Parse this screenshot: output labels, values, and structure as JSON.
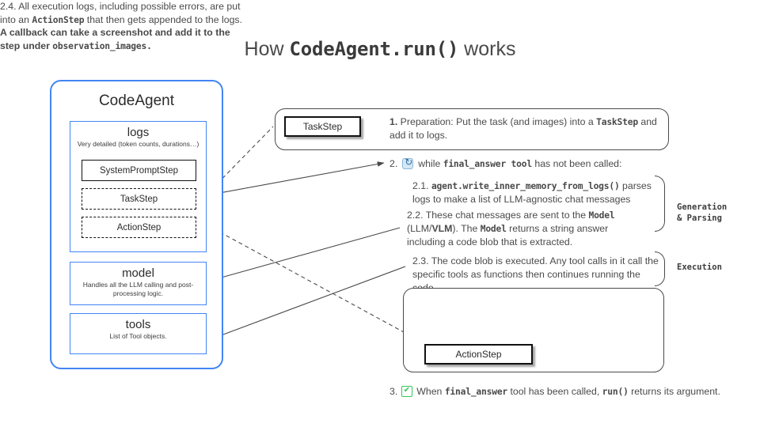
{
  "title": {
    "prefix": "How ",
    "code": "CodeAgent.run()",
    "suffix": " works"
  },
  "agent_panel": {
    "title": "CodeAgent",
    "logs": {
      "title": "logs",
      "subtitle": "Very detailed (token counts, durations…)",
      "steps": [
        {
          "label": "SystemPromptStep",
          "style": "solid"
        },
        {
          "label": "TaskStep",
          "style": "dashed"
        },
        {
          "label": "ActionStep",
          "style": "dashed"
        }
      ]
    },
    "model": {
      "title": "model",
      "subtitle": "Handles all the LLM calling and post-processing logic."
    },
    "tools": {
      "title": "tools",
      "subtitle": "List of Tool objects."
    }
  },
  "flow": {
    "taskstep_chip": "TaskStep",
    "actionstep_chip": "ActionStep",
    "step1": {
      "number": "1.",
      "text_a": " Preparation: Put the task (and images) into a ",
      "code_a": "TaskStep",
      "text_b": " and add it to logs."
    },
    "step2": {
      "number": "2.",
      "icon": "loop-icon",
      "text_a": "while ",
      "code_a": "final_answer tool",
      "text_b": " has not been called:"
    },
    "step21": {
      "number": "2.1.",
      "code_a": "agent.write_inner_memory_from_logs()",
      "text_a": " parses logs to make a list of LLM-agnostic chat messages"
    },
    "step22": {
      "number": "2.2.",
      "text_a": " These chat messages are sent to the ",
      "code_a": "Model",
      "text_b": " (LLM/",
      "bold_a": "VLM",
      "text_c": "). The ",
      "code_b": "Model",
      "text_d": " returns a string answer including a code blob that is extracted."
    },
    "step23": {
      "number": "2.3.",
      "text_a": " The code blob is executed. Any tool calls in it call the specific tools as functions then continues running the code."
    },
    "step24": {
      "number": "2.4.",
      "text_a": " All execution logs, including possible errors, are put into an ",
      "code_a": "ActionStep",
      "text_b": " that then gets appended to the logs. ",
      "bold_a": "A callback can  take a screenshot and add it to the step under ",
      "code_b": "observation_images.",
      "text_c": ""
    },
    "step3": {
      "number": "3.",
      "icon": "check-icon",
      "text_a": "When ",
      "code_a": "final_answer",
      "text_b": " tool has been called, ",
      "code_b": "run()",
      "text_c": " returns its argument."
    }
  },
  "side_labels": {
    "generation": "Generation\n& Parsing",
    "generation_line1": "Generation",
    "generation_line2": "& Parsing",
    "execution": "Execution"
  },
  "colors": {
    "panel_border": "#4285f4",
    "text": "#4a4a4a",
    "chip_border": "#111111",
    "check_green": "#35c759",
    "loop_blue": "#2f6ea5"
  }
}
